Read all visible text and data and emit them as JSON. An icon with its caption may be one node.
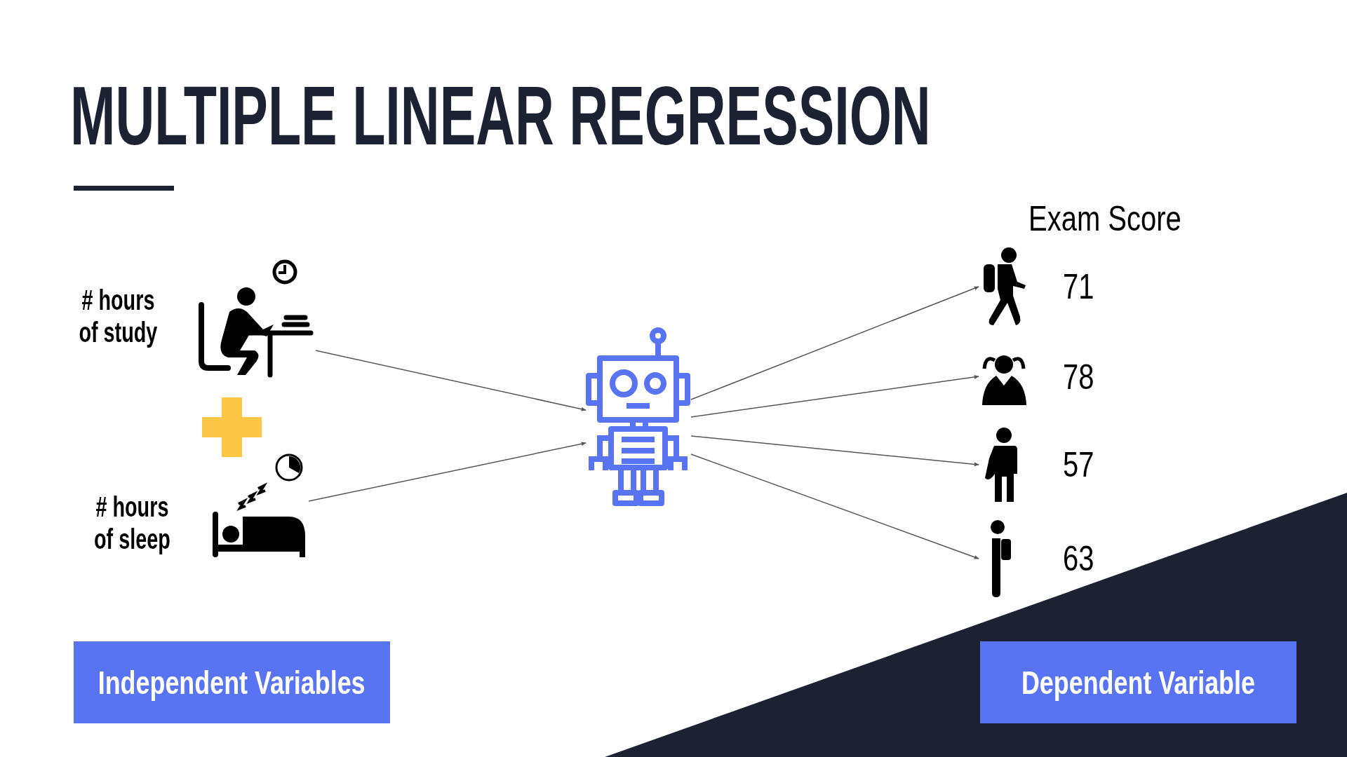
{
  "diagram": {
    "title": "MULTIPLE LINEAR REGRESSION",
    "nodes": [
      {
        "text": [
          "# hours of study"
        ]
      },
      {
        "text": [
          "# hours of sleep"
        ]
      },
      {
        "text": [],
        "shape": "robot"
      },
      {
        "text": [
          "71"
        ]
      },
      {
        "text": [
          "78"
        ]
      },
      {
        "text": [
          "57"
        ]
      },
      {
        "text": [
          "63"
        ]
      },
      {
        "text": [
          "Independent Variables"
        ]
      },
      {
        "text": [
          "Dependent Variable"
        ]
      }
    ],
    "edges": [
      {
        "from": 0,
        "to": 2,
        "arrow": "to"
      },
      {
        "from": 1,
        "to": 2,
        "arrow": "to"
      },
      {
        "from": 2,
        "to": 3,
        "arrow": "to"
      },
      {
        "from": 2,
        "to": 4,
        "arrow": "to"
      },
      {
        "from": 2,
        "to": 5,
        "arrow": "to"
      },
      {
        "from": 2,
        "to": 6,
        "arrow": "to"
      }
    ],
    "labels": [
      "Exam Score"
    ]
  }
}
